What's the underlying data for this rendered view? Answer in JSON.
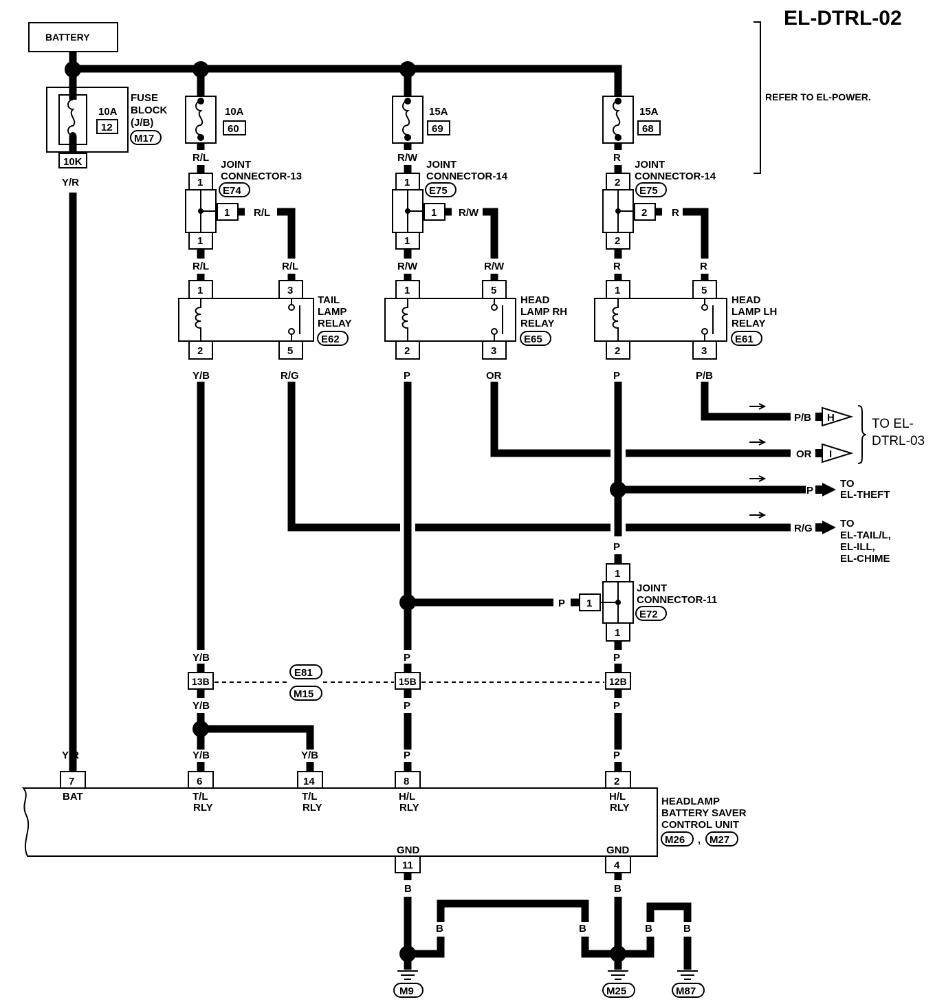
{
  "title": "EL-DTRL-02",
  "battery": "BATTERY",
  "refer": "REFER TO EL-POWER.",
  "fuse_block": {
    "label_lines": [
      "FUSE",
      "BLOCK",
      "(J/B)"
    ],
    "connector": "M17",
    "terminal": "10K"
  },
  "fuses": [
    {
      "amp": "10A",
      "num": "12"
    },
    {
      "amp": "10A",
      "num": "60"
    },
    {
      "amp": "15A",
      "num": "69"
    },
    {
      "amp": "15A",
      "num": "68"
    }
  ],
  "joint_connectors": [
    {
      "lines": [
        "JOINT",
        "CONNECTOR-13"
      ],
      "code": "E74",
      "top": "1",
      "bottom": "1",
      "side": "1"
    },
    {
      "lines": [
        "JOINT",
        "CONNECTOR-14"
      ],
      "code": "E75",
      "top": "1",
      "bottom": "1",
      "side": "1"
    },
    {
      "lines": [
        "JOINT",
        "CONNECTOR-14"
      ],
      "code": "E75",
      "top": "2",
      "bottom": "2",
      "side": "2"
    },
    {
      "lines": [
        "JOINT",
        "CONNECTOR-11"
      ],
      "code": "E72",
      "top": "1",
      "bottom": "1",
      "side": "1"
    }
  ],
  "relays": [
    {
      "lines": [
        "TAIL",
        "LAMP",
        "RELAY"
      ],
      "code": "E62",
      "pins": [
        "1",
        "2",
        "3",
        "5"
      ]
    },
    {
      "lines": [
        "HEAD",
        "LAMP RH",
        "RELAY"
      ],
      "code": "E65",
      "pins": [
        "1",
        "2",
        "5",
        "3"
      ]
    },
    {
      "lines": [
        "HEAD",
        "LAMP LH",
        "RELAY"
      ],
      "code": "E61",
      "pins": [
        "1",
        "2",
        "5",
        "3"
      ]
    }
  ],
  "wires": {
    "yr": "Y/R",
    "rl": "R/L",
    "rw": "R/W",
    "r": "R",
    "yb": "Y/B",
    "rg": "R/G",
    "p": "P",
    "or": "OR",
    "pb": "P/B",
    "b": "B"
  },
  "offpage": {
    "h": "H",
    "i": "I",
    "to_dtrl03": [
      "TO EL-",
      "DTRL-03"
    ],
    "theft": [
      "TO",
      "EL-THEFT"
    ],
    "tail": [
      "TO",
      "EL-TAIL/L,",
      "EL-ILL,",
      "EL-CHIME"
    ]
  },
  "inline": {
    "c1": "E81",
    "c2": "M15",
    "pins": [
      "13B",
      "15B",
      "12B"
    ]
  },
  "unit": {
    "lines": [
      "HEADLAMP",
      "BATTERY SAVER",
      "CONTROL UNIT"
    ],
    "conn1": "M26",
    "sep": ",",
    "conn2": "M27",
    "pins": [
      {
        "num": "7",
        "name": [
          "BAT"
        ]
      },
      {
        "num": "6",
        "name": [
          "T/L",
          "RLY"
        ]
      },
      {
        "num": "14",
        "name": [
          "T/L",
          "RLY"
        ]
      },
      {
        "num": "8",
        "name": [
          "H/L",
          "RLY"
        ]
      },
      {
        "num": "2",
        "name": [
          "H/L",
          "RLY"
        ]
      }
    ],
    "gnd": [
      {
        "num": "11",
        "name": "GND"
      },
      {
        "num": "4",
        "name": "GND"
      }
    ]
  },
  "grounds": [
    "M9",
    "M25",
    "M87"
  ]
}
